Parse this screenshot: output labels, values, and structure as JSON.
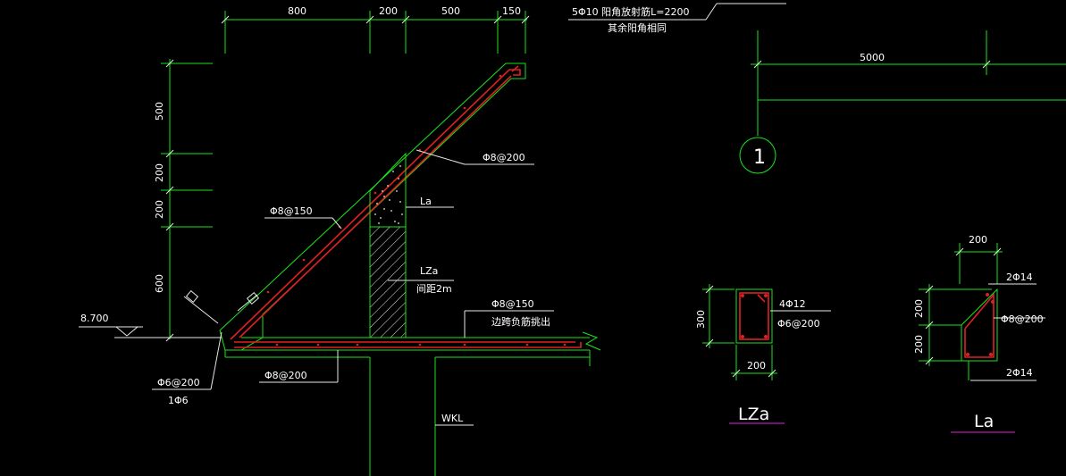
{
  "colors": {
    "background": "#000000",
    "outline": "#19e619",
    "rebar": "#e02020",
    "dimension": "#e8e8e8",
    "text": "#ffffff",
    "label_underline": "#e020e0"
  },
  "top_dimensions": [
    "800",
    "200",
    "500",
    "150"
  ],
  "left_dimensions": [
    "500",
    "200",
    "200",
    "600"
  ],
  "elevation": "8.700",
  "notes": {
    "corner_bars": "5Φ10 阳角放射筋L=2200",
    "corner_bars_sub": "其余阳角相同",
    "slab_bar_top": "Φ8@200",
    "slab_bar_mid": "Φ8@150",
    "column_label": "La",
    "column_lz": "LZa",
    "column_spacing": "间距2m",
    "bottom_bar": "Φ8@150",
    "bottom_bar_note": "边跨负筋挑出",
    "bottom_bar2": "Φ8@200",
    "stirrup": "Φ6@200",
    "stirrup_sub": "1Φ6",
    "beam": "WKL"
  },
  "axis": {
    "dimension": "5000",
    "bubble": "1"
  },
  "section_lza": {
    "width": "200",
    "height": "300",
    "main_bars": "4Φ12",
    "stirrup": "Φ6@200",
    "title": "LZa"
  },
  "section_la": {
    "width": "200",
    "height_top": "200",
    "height_bottom": "200",
    "top_bars": "2Φ14",
    "stirrup": "Φ8@200",
    "bottom_bars": "2Φ14",
    "title": "La"
  }
}
